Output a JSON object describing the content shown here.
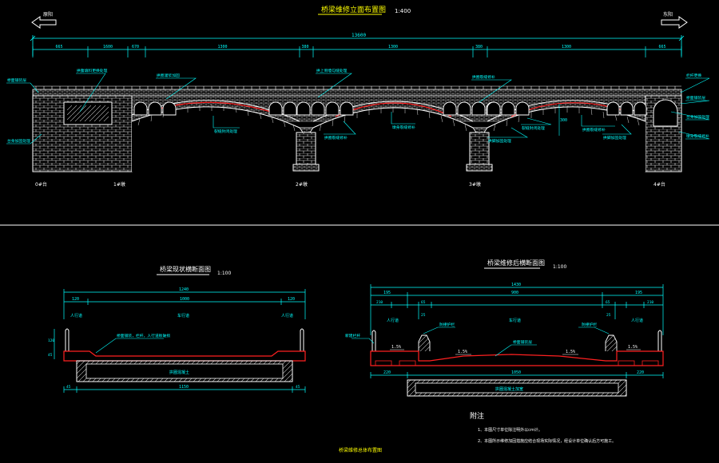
{
  "elevation": {
    "title": "桥梁维修立面布置图",
    "scale": "1:400",
    "left_arrow_label": "原阳",
    "right_arrow_label": "东阳",
    "overall_length": "13600",
    "spans": [
      "665",
      "1600",
      "670",
      "1300",
      "380",
      "1300",
      "380",
      "1300",
      "665"
    ],
    "pier_labels": [
      "0#台",
      "1#墩",
      "2#墩",
      "3#墩",
      "4#台"
    ],
    "callouts_left": [
      "桥面铺装层",
      "台身加固处理"
    ],
    "callouts_top": [
      "拱腹填料更换处理",
      "拱圈灌浆加固",
      "拱上侧墙勾缝处理",
      "拱圈裂缝修补"
    ],
    "callouts_bottom": [
      "裂缝封闭处理",
      "拱圈裂缝修补",
      "墩身裂缝修补",
      "拱脚加固处理"
    ],
    "callouts_right": [
      "栏杆更换",
      "桥面铺装层",
      "台身加固处理"
    ],
    "side_dim": "300"
  },
  "section_existing": {
    "title": "桥梁现状横断面图",
    "scale": "1:100",
    "overall": "1240",
    "parts": [
      "120",
      "1000",
      "120"
    ],
    "top_labels": [
      "人行道",
      "车行道",
      "人行道"
    ],
    "deck_note": "桥面铺装，栏杆，人行道板破损",
    "deck_label": "拱圈混凝土",
    "bottom_overall": "1150",
    "edge_dims": [
      "45",
      "45"
    ],
    "side_dims": [
      "120",
      "45"
    ]
  },
  "section_reinforced": {
    "title": "桥梁维修后横断面图",
    "scale": "1:100",
    "overall": "1430",
    "parts": [
      "195",
      "900",
      "195"
    ],
    "sub_parts": [
      "210",
      "65",
      "65",
      "210"
    ],
    "lane_labels": [
      "人行道",
      "车行道",
      "人行道"
    ],
    "slopes": [
      "1.5%",
      "1.5%",
      "1.5%",
      "1.5%"
    ],
    "callouts": [
      "新建栏杆",
      "防撞护栏",
      "桥面铺装层",
      "拱圈混凝土加宽"
    ],
    "bottom_dims": [
      "220",
      "1050",
      "220"
    ],
    "inner_dims": [
      "25",
      "25"
    ]
  },
  "notes": {
    "heading": "附注",
    "items": [
      "1、本图尺寸单位除注明外以cm计。",
      "2、本图所示维修加固措施应结合现场实际情况，经设计单位确认后方可施工。"
    ]
  },
  "footer_title": "桥梁维修总体布置图",
  "colors": {
    "background": "#000000",
    "structure": "#ffffff",
    "dimension": "#00ffff",
    "highlight": "#ff2020",
    "title": "#ffff00",
    "divider": "#ffffff"
  }
}
